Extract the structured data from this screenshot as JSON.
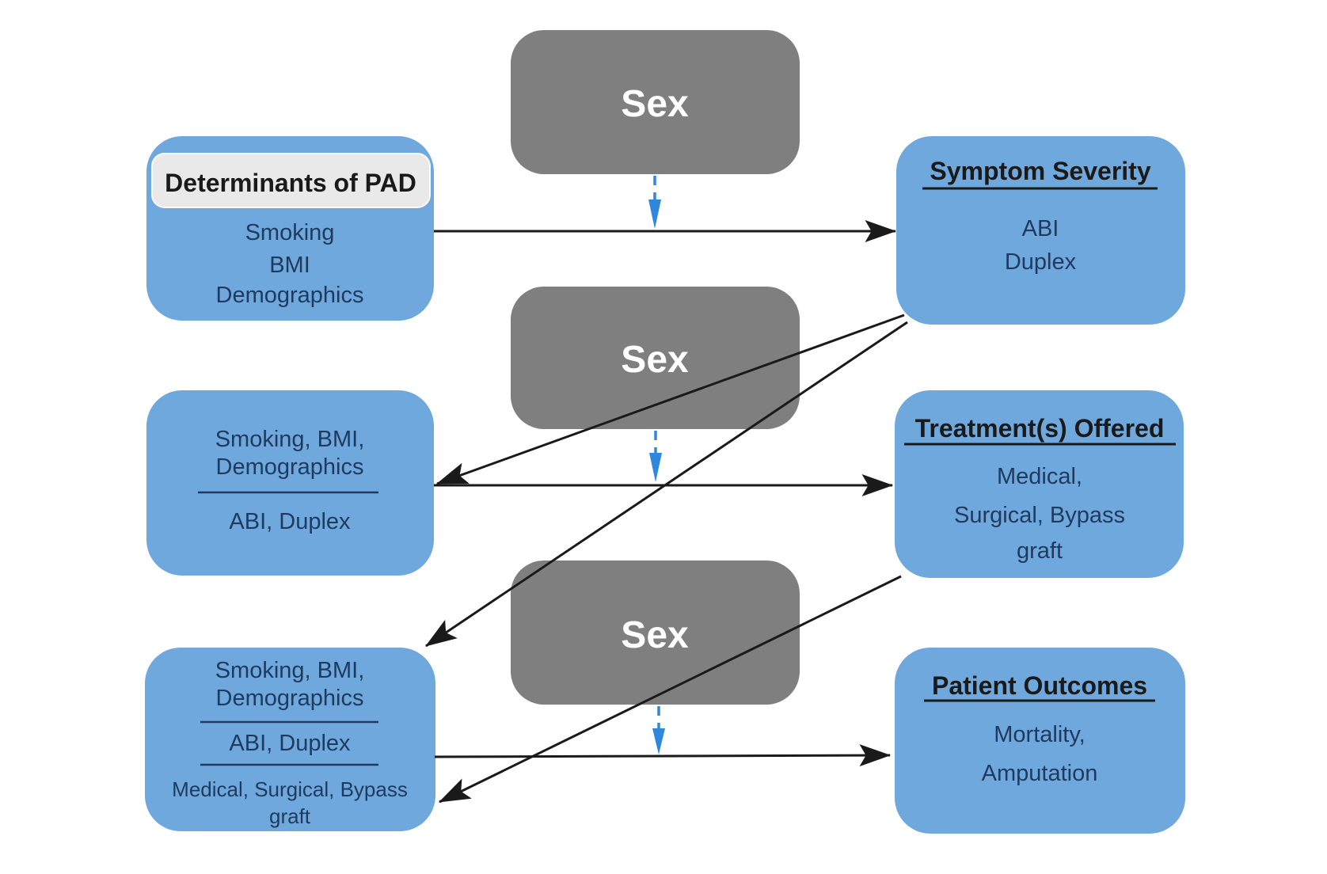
{
  "diagram": {
    "moderators": [
      {
        "label": "Sex"
      },
      {
        "label": "Sex"
      },
      {
        "label": "Sex"
      }
    ],
    "left": [
      {
        "header": "Determinants of PAD",
        "lines": [
          "Smoking",
          "BMI",
          "Demographics"
        ]
      },
      {
        "lines": [
          "Smoking, BMI,",
          "Demographics",
          "ABI, Duplex"
        ]
      },
      {
        "lines": [
          "Smoking, BMI,",
          "Demographics",
          "ABI, Duplex",
          "Medical, Surgical, Bypass",
          "graft"
        ]
      }
    ],
    "right": [
      {
        "header": "Symptom Severity",
        "lines": [
          "ABI",
          "Duplex"
        ]
      },
      {
        "header": "Treatment(s) Offered",
        "lines": [
          "Medical,",
          "Surgical, Bypass",
          "graft"
        ]
      },
      {
        "header": "Patient Outcomes",
        "lines": [
          "Mortality,",
          "Amputation"
        ]
      }
    ],
    "colors": {
      "node_blue": "#6fa8dc",
      "node_gray": "#7f7f7f",
      "label_background": "#e9e9e9",
      "header_text": "#1a1a1a",
      "body_text": "#1f3a5f",
      "arrow_black": "#1a1a1a",
      "arrow_blue_dashed": "#2f87de",
      "sex_text": "#ffffff"
    }
  }
}
